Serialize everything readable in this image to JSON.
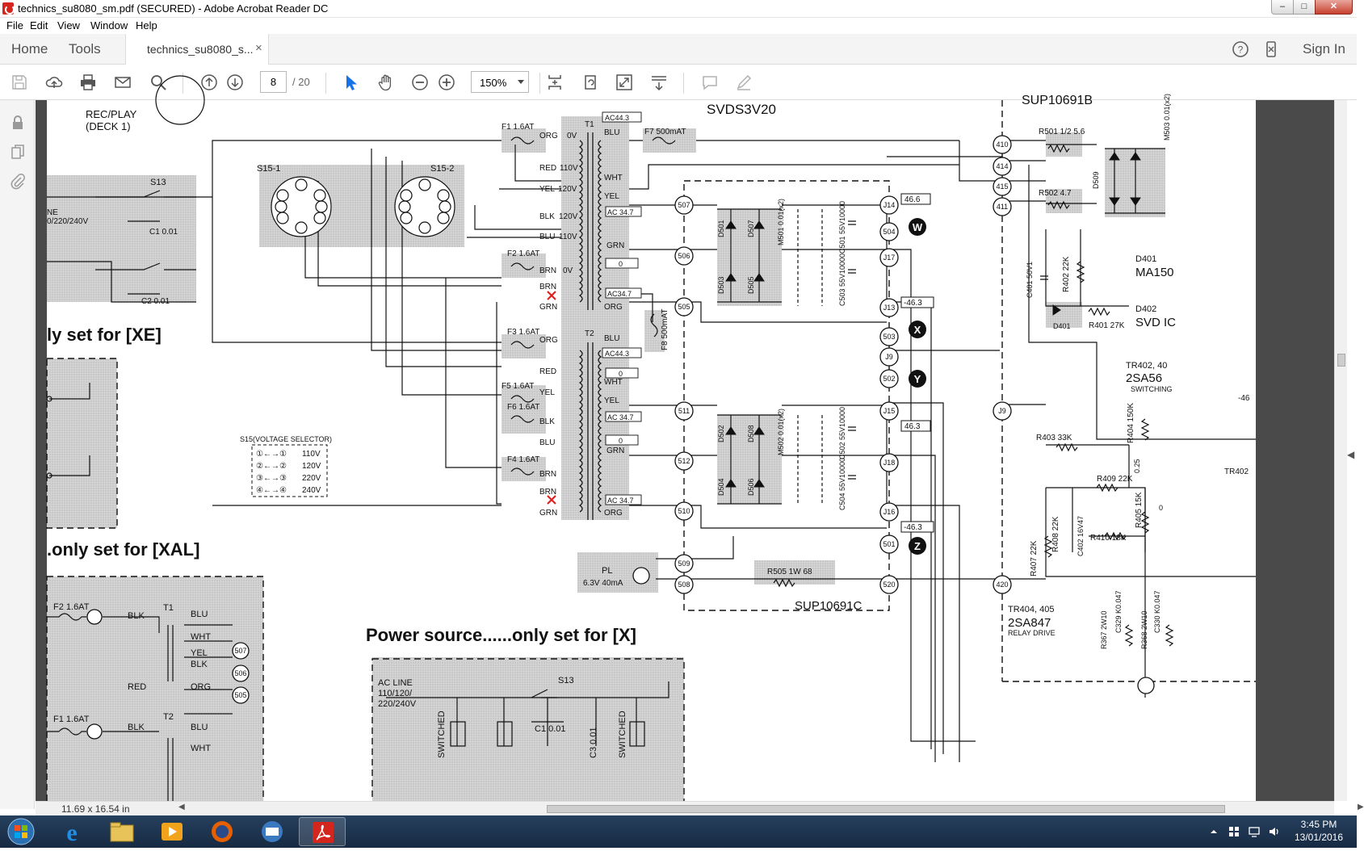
{
  "window": {
    "title": "technics_su8080_sm.pdf (SECURED) - Adobe Acrobat Reader DC",
    "min_label": "–",
    "max_label": "□",
    "close_label": "✕"
  },
  "menu": {
    "items": [
      "File",
      "Edit",
      "View",
      "Window",
      "Help"
    ]
  },
  "tabs": {
    "home": "Home",
    "tools": "Tools",
    "document": "technics_su8080_s...",
    "close": "×",
    "sign_in": "Sign In"
  },
  "toolbar": {
    "page_current": "8",
    "page_total": "/ 20",
    "zoom": "150%"
  },
  "status": {
    "page_size": "11.69 x 16.54 in"
  },
  "taskbar": {
    "time": "3:45 PM",
    "date": "13/01/2016"
  },
  "schematic": {
    "top_labels": {
      "rec_play": "REC/PLAY",
      "deck": "(DECK 1)",
      "svds": "SVDS3V20",
      "sup_b": "SUP10691B"
    },
    "headings": {
      "xe": "ly set for [XE]",
      "xal": ".only set for [XAL]",
      "x": "Power source......only set for [X]"
    },
    "board": "SUP10691C",
    "transformers": [
      "T1",
      "T2"
    ],
    "switches": [
      "S13",
      "S15-1",
      "S15-2"
    ],
    "selector": {
      "title": "S15(VOLTAGE SELECTOR)",
      "rows": [
        {
          "pos": "①←→①",
          "volts": "110V"
        },
        {
          "pos": "②←→②",
          "volts": "120V"
        },
        {
          "pos": "③←→③",
          "volts": "220V"
        },
        {
          "pos": "④←→④",
          "volts": "240V"
        }
      ]
    },
    "fuses": [
      "F1 1.6AT",
      "F2 1.6AT",
      "F3 1.6AT",
      "F5 1.6AT",
      "F6 1.6AT",
      "F4 1.6AT",
      "F7 500mAT",
      "F8 500mAT"
    ],
    "t1_left": [
      "ORG",
      "0V",
      "RED",
      "110V",
      "YEL",
      "120V",
      "BLK",
      "120V",
      "BLU",
      "110V",
      "BRN",
      "0V",
      "BRN",
      "GRN"
    ],
    "t1_right": [
      "BLU",
      "WHT",
      "YEL",
      "GRN",
      "ORG"
    ],
    "t1_taps": [
      "AC44.3",
      "AC 34.7",
      "0",
      "AC34.7"
    ],
    "t2_left": [
      "ORG",
      "RED",
      "YEL",
      "BLK",
      "BLU",
      "BRN",
      "BRN",
      "GRN"
    ],
    "t2_right": [
      "BLU",
      "WHT",
      "YEL",
      "GRN",
      "ORG"
    ],
    "t2_taps": [
      "AC44.3",
      "0",
      "AC 34.7",
      "0",
      "AC 34.7"
    ],
    "terminals_left": [
      "507",
      "506",
      "505",
      "511",
      "512",
      "510",
      "509",
      "508"
    ],
    "terminals_right": [
      "J14",
      "504",
      "J17",
      "J13",
      "503",
      "J9",
      "502",
      "J15",
      "J18",
      "J16",
      "501",
      "520"
    ],
    "terminals_far": [
      "410",
      "414",
      "415",
      "411",
      "J9",
      "420"
    ],
    "rail_letters": [
      "W",
      "X",
      "Y",
      "Z"
    ],
    "voltages": [
      "46.6",
      "-46.3",
      "46.3",
      "-46.3"
    ],
    "diodes": [
      "D501",
      "D507",
      "D503",
      "D505",
      "D502",
      "D508",
      "D504",
      "D506",
      "D509",
      "D401"
    ],
    "caps": [
      "C1 0.01",
      "C2 0.01",
      "M501 0.01(x2)",
      "M502 0.01(x2)",
      "C501 55V10000",
      "C503 55V10000",
      "C502 55V10000",
      "C504 55V10000",
      "C401 50V1",
      "M503 0.01(x2)"
    ],
    "resistors": [
      "R501 1/2 5.6",
      "R502 4.7",
      "R402 22K",
      "R401 27K",
      "R403 33K",
      "R404 150K",
      "R409 22K",
      "R408 22K",
      "R405 15K",
      "R410 18K",
      "R407 22K",
      "R505 1W 68"
    ],
    "lamp": {
      "label": "PL",
      "spec": "6.3V 40mA"
    },
    "right_text": [
      "D401",
      "MA150",
      "D402",
      "SVD IC",
      "TR402, 40",
      "2SA56",
      "SWITCHING",
      "-46",
      "TR402",
      "0.25",
      "0",
      "C402 16V47",
      "TR404, 405",
      "2SA847",
      "RELAY DRIVE",
      "R367 2W10",
      "C329 K0.047",
      "R368 2W10",
      "C330 K0.047"
    ],
    "inset_xal": {
      "labels": [
        "F2 1.6AT",
        "BLK",
        "T1",
        "BLU",
        "WHT",
        "YEL",
        "BLK",
        "RED",
        "ORG",
        "F1 1.6AT",
        "BLK",
        "T2",
        "BLU",
        "WHT"
      ],
      "terms": [
        "507",
        "506",
        "505"
      ]
    },
    "inset_x": {
      "labels": [
        "AC LINE",
        "110/120/",
        "220/240V",
        "SWITCHED",
        "S13",
        "C1 0.01",
        "C3 0.01",
        "SWITCHED"
      ]
    },
    "inset_xe": {
      "labels": [
        "NE",
        "0/220/240V",
        "S13",
        "C1 0.01",
        "C2 0.01"
      ]
    }
  }
}
